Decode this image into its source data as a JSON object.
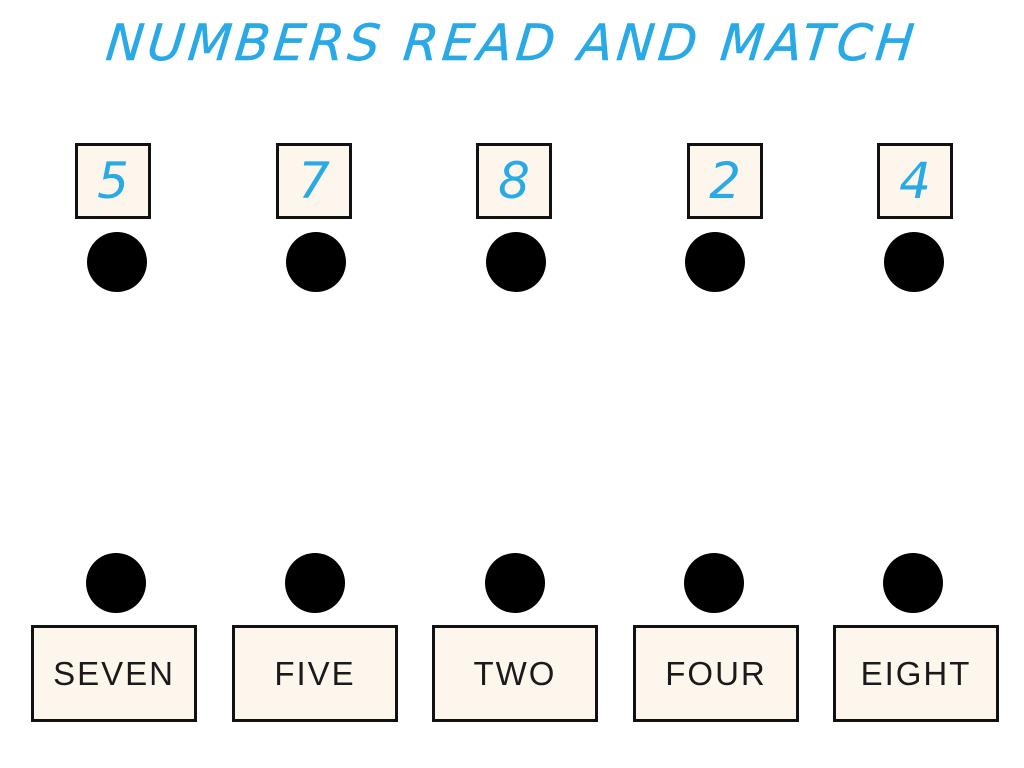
{
  "title": "NUMBERS READ AND MATCH",
  "numbers": [
    "5",
    "7",
    "8",
    "2",
    "4"
  ],
  "words": [
    "SEVEN",
    "FIVE",
    "TWO",
    "FOUR",
    "EIGHT"
  ],
  "colors": {
    "title": "#29a9e6",
    "digit": "#29a9e6",
    "box_fill": "#fdf6ec",
    "box_border": "#111111",
    "dot": "#000000"
  }
}
